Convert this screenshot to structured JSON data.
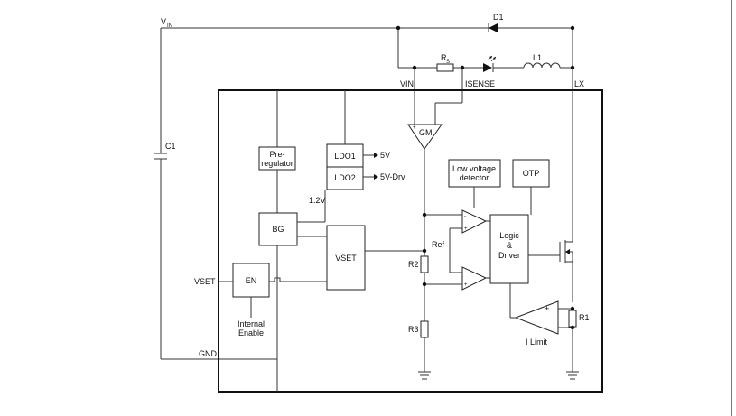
{
  "diagram": {
    "nodes": {
      "vin_supply": {
        "label": "V",
        "sub": "IN"
      },
      "d1": {
        "label": "D1"
      },
      "rs": {
        "label": "R",
        "sub": "S"
      },
      "l1": {
        "label": "L1"
      },
      "c1": {
        "label": "C1"
      },
      "vin_pin": {
        "label": "VIN"
      },
      "isense_pin": {
        "label": "ISENSE"
      },
      "lx_pin": {
        "label": "LX"
      },
      "gm": {
        "label": "GM"
      },
      "preregulator": {
        "line1": "Pre-",
        "line2": "regulator"
      },
      "ldo1": {
        "label": "LDO1",
        "out": "5V"
      },
      "ldo2": {
        "label": "LDO2",
        "out": "5V-Drv"
      },
      "v12": {
        "label": "1.2V"
      },
      "bg": {
        "label": "BG"
      },
      "vset_block": {
        "label": "VSET"
      },
      "en": {
        "label": "EN"
      },
      "vset_pin": {
        "label": "VSET"
      },
      "internal_enable": {
        "line1": "Internal",
        "line2": "Enable"
      },
      "lvd": {
        "line1": "Low voltage",
        "line2": "detector"
      },
      "otp": {
        "label": "OTP"
      },
      "logic": {
        "line1": "Logic",
        "line2": "&",
        "line3": "Driver"
      },
      "ref": {
        "label": "Ref"
      },
      "r2": {
        "label": "R2"
      },
      "r3": {
        "label": "R3"
      },
      "r1": {
        "label": "R1"
      },
      "ilimit": {
        "label": "I Limit"
      },
      "gnd_pin": {
        "label": "GND"
      }
    },
    "symbols": {
      "plus": "+",
      "minus": "-"
    }
  }
}
